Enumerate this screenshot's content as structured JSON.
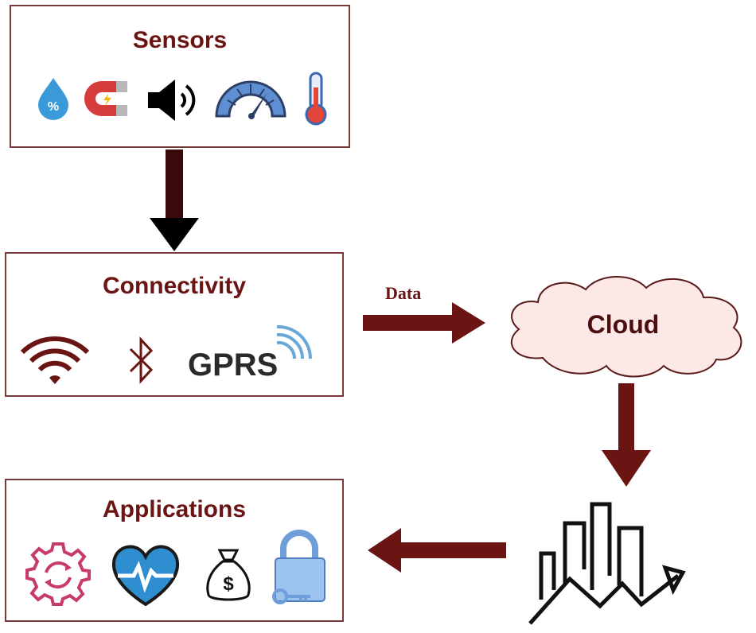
{
  "sensors": {
    "title": "Sensors",
    "humidity_symbol": "%"
  },
  "connectivity": {
    "title": "Connectivity",
    "gprs_label": "GPRS"
  },
  "applications": {
    "title": "Applications",
    "money_symbol": "$"
  },
  "edge": {
    "data_label": "Data"
  },
  "cloud": {
    "label": "Cloud"
  },
  "colors": {
    "box_border": "#7b3a3a",
    "title": "#6b1414",
    "arrow": "#6b1414",
    "cloud_fill": "#fde8e8"
  },
  "icons": {
    "sensors": [
      "humidity-drop-icon",
      "magnet-icon",
      "speaker-icon",
      "gauge-icon",
      "thermometer-icon"
    ],
    "connectivity": [
      "wifi-icon",
      "bluetooth-icon",
      "gprs-signal-icon"
    ],
    "applications": [
      "gear-sync-icon",
      "heart-pulse-icon",
      "money-bag-icon",
      "padlock-key-icon"
    ],
    "analytics": "growth-chart-icon"
  }
}
